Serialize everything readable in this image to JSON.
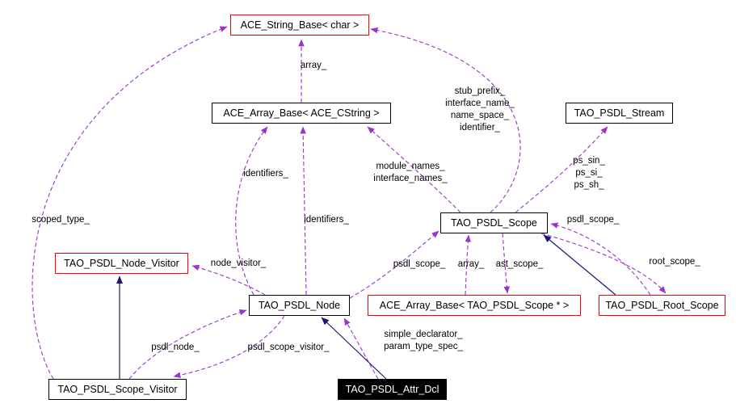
{
  "diagram": {
    "nodes": [
      {
        "id": "ace-string-base-char",
        "label": "ACE_String_Base< char >",
        "border": "red"
      },
      {
        "id": "ace-array-base-ace-cstring",
        "label": "ACE_Array_Base< ACE_CString >",
        "border": "black"
      },
      {
        "id": "tao-psdl-stream",
        "label": "TAO_PSDL_Stream",
        "border": "black"
      },
      {
        "id": "tao-psdl-scope",
        "label": "TAO_PSDL_Scope",
        "border": "black"
      },
      {
        "id": "tao-psdl-node-visitor",
        "label": "TAO_PSDL_Node_Visitor",
        "border": "red"
      },
      {
        "id": "tao-psdl-node",
        "label": "TAO_PSDL_Node",
        "border": "black"
      },
      {
        "id": "ace-array-base-tao-psdl-scope",
        "label": "ACE_Array_Base< TAO_PSDL_Scope * >",
        "border": "red"
      },
      {
        "id": "tao-psdl-root-scope",
        "label": "TAO_PSDL_Root_Scope",
        "border": "red"
      },
      {
        "id": "tao-psdl-scope-visitor",
        "label": "TAO_PSDL_Scope_Visitor",
        "border": "black"
      },
      {
        "id": "tao-psdl-attr-dcl",
        "label": "TAO_PSDL_Attr_Dcl",
        "border": "black",
        "current": true
      }
    ],
    "edge_labels": [
      {
        "id": "array-top",
        "text": "array_"
      },
      {
        "id": "stub-prefix-block",
        "text": "stub_prefix_\ninterface_name_\nname_space_\nidentifier_"
      },
      {
        "id": "identifiers-left",
        "text": "identifiers_"
      },
      {
        "id": "module-names-block",
        "text": "module_names_\ninterface_names_"
      },
      {
        "id": "ps-block",
        "text": "ps_sin_\nps_si_\nps_sh_"
      },
      {
        "id": "scoped-type",
        "text": "scoped_type_"
      },
      {
        "id": "psdl-scope-right",
        "text": "psdl_scope_"
      },
      {
        "id": "identifiers-mid",
        "text": "identifiers_"
      },
      {
        "id": "node-visitor",
        "text": "node_visitor_"
      },
      {
        "id": "psdl-scope-mid",
        "text": "psdl_scope_"
      },
      {
        "id": "array-mid",
        "text": "array_"
      },
      {
        "id": "ast-scope",
        "text": "ast_scope_"
      },
      {
        "id": "root-scope",
        "text": "root_scope_"
      },
      {
        "id": "psdl-node",
        "text": "psdl_node_"
      },
      {
        "id": "psdl-scope-visitor",
        "text": "psdl_scope_visitor_"
      },
      {
        "id": "simple-declarator-block",
        "text": "simple_declarator_\nparam_type_spec_"
      }
    ],
    "colors": {
      "usage_edge": "#9a32cd",
      "inheritance_edge": "#191970",
      "external_node_border": "#ff0000",
      "node_border": "#000000",
      "current_node_bg": "#000000",
      "current_node_text": "#ffffff",
      "background": "#ffffff",
      "label_text": "#000000"
    }
  }
}
